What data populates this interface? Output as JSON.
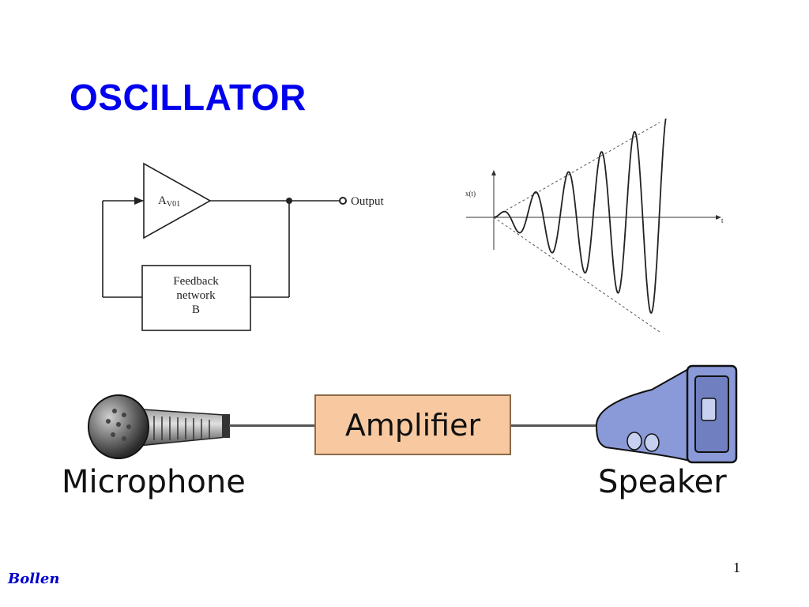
{
  "slide": {
    "title": "OSCILLATOR",
    "page_number": "1",
    "footer": "Bollen"
  },
  "block_diagram": {
    "amplifier_label": "A",
    "amplifier_subscript": "V01",
    "output_label": "Output",
    "feedback_lines": [
      "Feedback",
      "network",
      "B"
    ]
  },
  "waveform": {
    "y_label": "x(t)",
    "x_label": "t"
  },
  "audio_chain": {
    "microphone_label": "Microphone",
    "amplifier_label": "Amplifier",
    "speaker_label": "Speaker"
  },
  "colors": {
    "title": "#0000ee",
    "amplifier_fill": "#f8c9a0",
    "speaker_fill": "#8a9ad8"
  }
}
